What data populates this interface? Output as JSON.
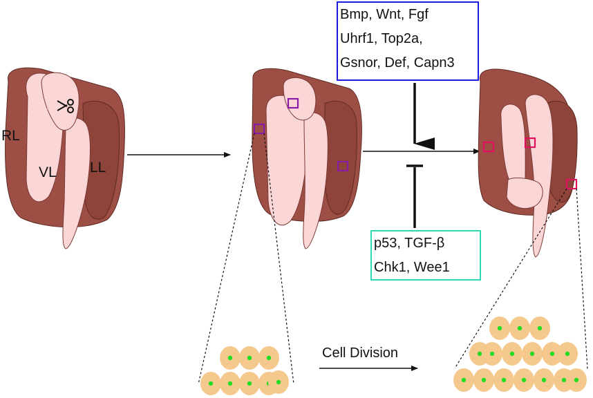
{
  "figure": {
    "lobe_labels": {
      "right": "RL",
      "ventral": "VL",
      "left": "LL"
    },
    "promoting_factors": [
      "Bmp, Wnt, Fgf",
      "Uhrf1, Top2a,",
      "Gsnor, Def, Capn3"
    ],
    "inhibiting_factors": [
      "p53, TGF-β",
      "Chk1, Wee1"
    ],
    "process_label": "Cell Division",
    "colors": {
      "lobe_dark": "#9e4f45",
      "lobe_light": "#fbd6d6",
      "cell_fill": "#f5c98d",
      "nucleus": "#22dd22",
      "marker_purple": "#8a1aa8",
      "marker_pink": "#e0115f",
      "promoter_border": "#1a1adc",
      "inhibitor_border": "#2fd9b6"
    },
    "icons": [
      "scissors-icon"
    ]
  }
}
